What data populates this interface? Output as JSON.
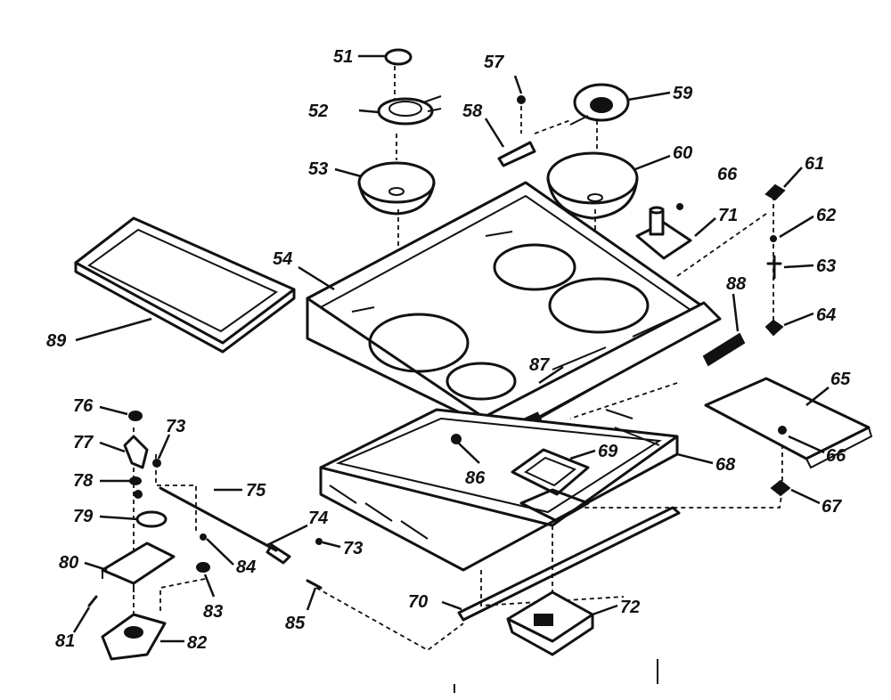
{
  "diagram": {
    "callouts": [
      "51",
      "52",
      "53",
      "54",
      "57",
      "58",
      "59",
      "60",
      "61",
      "62",
      "63",
      "64",
      "65",
      "66",
      "67",
      "68",
      "69",
      "70",
      "71",
      "72",
      "73",
      "74",
      "75",
      "76",
      "77",
      "78",
      "79",
      "80",
      "81",
      "82",
      "83",
      "84",
      "85",
      "86",
      "87",
      "88",
      "89"
    ]
  },
  "labels": {
    "p51": "51",
    "p52": "52",
    "p53": "53",
    "p54": "54",
    "p57": "57",
    "p58": "58",
    "p59": "59",
    "p60": "60",
    "p61": "61",
    "p62": "62",
    "p63": "63",
    "p64": "64",
    "p65": "65",
    "p66a": "66",
    "p66b": "66",
    "p67": "67",
    "p68": "68",
    "p69": "69",
    "p70": "70",
    "p71": "71",
    "p72": "72",
    "p73a": "73",
    "p73b": "73",
    "p74": "74",
    "p75": "75",
    "p76": "76",
    "p77": "77",
    "p78": "78",
    "p79": "79",
    "p80": "80",
    "p81": "81",
    "p82": "82",
    "p83": "83",
    "p84": "84",
    "p85": "85",
    "p86": "86",
    "p87": "87",
    "p88": "88",
    "p89": "89"
  }
}
